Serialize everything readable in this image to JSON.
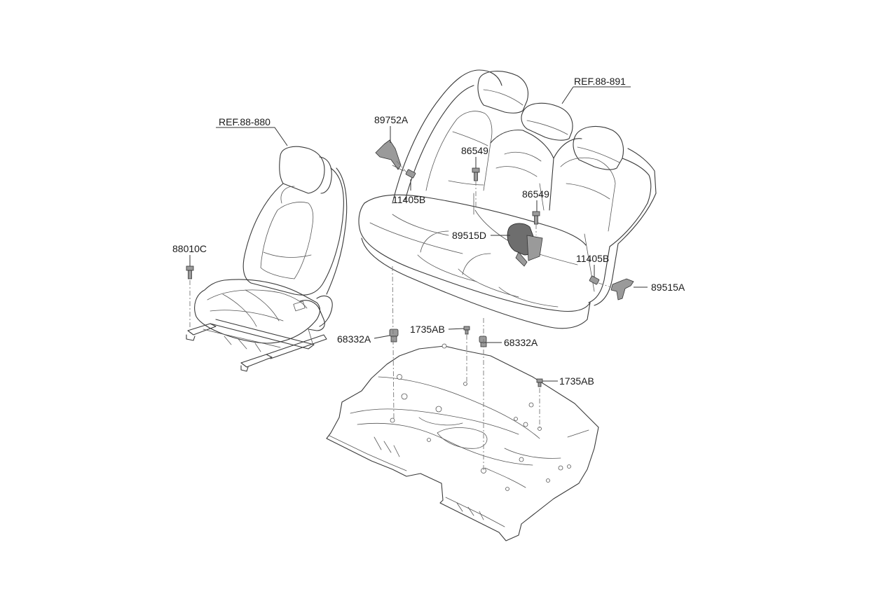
{
  "labels": {
    "ref_front": "REF.88-880",
    "ref_rear": "REF.88-891",
    "p89752A": "89752A",
    "p86549_a": "86549",
    "p86549_b": "86549",
    "p11405B_a": "11405B",
    "p11405B_b": "11405B",
    "p89515D": "89515D",
    "p89515A": "89515A",
    "p88010C": "88010C",
    "p68332A_a": "68332A",
    "p68332A_b": "68332A",
    "p1735AB_a": "1735AB",
    "p1735AB_b": "1735AB"
  }
}
